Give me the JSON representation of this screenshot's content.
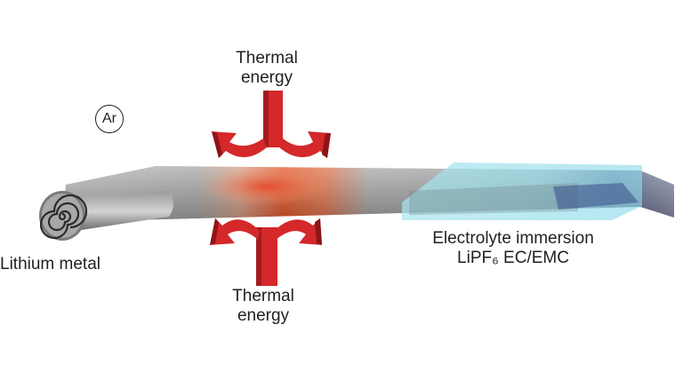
{
  "labels": {
    "thermal_top": [
      "Thermal",
      "energy"
    ],
    "thermal_bottom": [
      "Thermal",
      "energy"
    ],
    "lithium": "Lithium metal",
    "electrolyte_line1": "Electrolyte immersion",
    "electrolyte_line2": "LiPF₆ EC/EMC",
    "atmosphere": "Ar"
  },
  "colors": {
    "arrow_red": "#d4282a",
    "arrow_dark": "#8c1518",
    "foil_gray": "#9a9a9a",
    "heat_orange": "#e8572a",
    "electrolyte_cyan": "#9fe3ee",
    "text": "#231f20"
  },
  "icons": [
    "thermal-arrow-down-icon",
    "thermal-arrow-up-icon",
    "lithium-roll-icon",
    "argon-badge"
  ]
}
